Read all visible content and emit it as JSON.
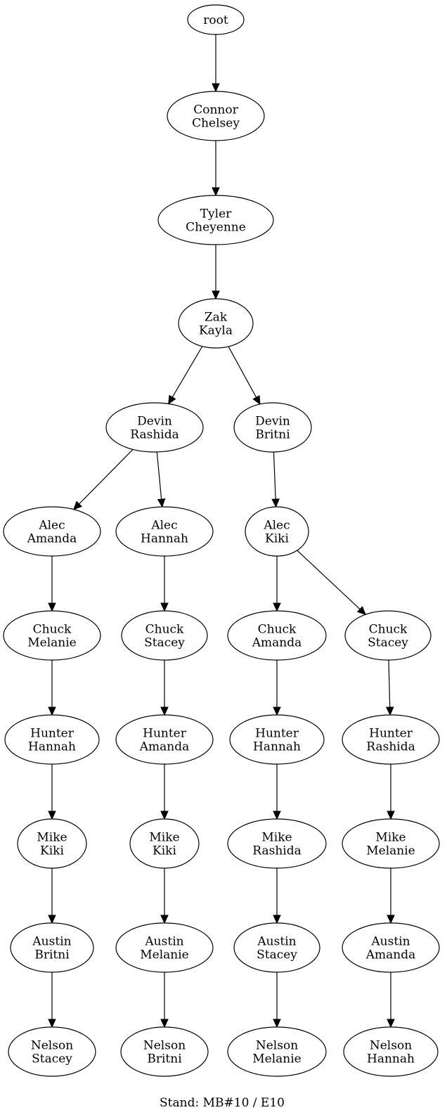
{
  "diagram": {
    "type": "tree",
    "caption": "Stand: MB#10 / E10",
    "nodes": [
      {
        "id": "root",
        "lines": [
          "root"
        ]
      },
      {
        "id": "n1",
        "lines": [
          "Connor",
          "Chelsey"
        ]
      },
      {
        "id": "n2",
        "lines": [
          "Tyler",
          "Cheyenne"
        ]
      },
      {
        "id": "n3",
        "lines": [
          "Zak",
          "Kayla"
        ]
      },
      {
        "id": "n4",
        "lines": [
          "Devin",
          "Rashida"
        ]
      },
      {
        "id": "n5",
        "lines": [
          "Devin",
          "Britni"
        ]
      },
      {
        "id": "n6",
        "lines": [
          "Alec",
          "Amanda"
        ]
      },
      {
        "id": "n7",
        "lines": [
          "Alec",
          "Hannah"
        ]
      },
      {
        "id": "n8",
        "lines": [
          "Alec",
          "Kiki"
        ]
      },
      {
        "id": "n9",
        "lines": [
          "Chuck",
          "Melanie"
        ]
      },
      {
        "id": "n10",
        "lines": [
          "Chuck",
          "Stacey"
        ]
      },
      {
        "id": "n11",
        "lines": [
          "Chuck",
          "Amanda"
        ]
      },
      {
        "id": "n12",
        "lines": [
          "Chuck",
          "Stacey"
        ]
      },
      {
        "id": "n13",
        "lines": [
          "Hunter",
          "Hannah"
        ]
      },
      {
        "id": "n14",
        "lines": [
          "Hunter",
          "Amanda"
        ]
      },
      {
        "id": "n15",
        "lines": [
          "Hunter",
          "Hannah"
        ]
      },
      {
        "id": "n16",
        "lines": [
          "Hunter",
          "Rashida"
        ]
      },
      {
        "id": "n17",
        "lines": [
          "Mike",
          "Kiki"
        ]
      },
      {
        "id": "n18",
        "lines": [
          "Mike",
          "Kiki"
        ]
      },
      {
        "id": "n19",
        "lines": [
          "Mike",
          "Rashida"
        ]
      },
      {
        "id": "n20",
        "lines": [
          "Mike",
          "Melanie"
        ]
      },
      {
        "id": "n21",
        "lines": [
          "Austin",
          "Britni"
        ]
      },
      {
        "id": "n22",
        "lines": [
          "Austin",
          "Melanie"
        ]
      },
      {
        "id": "n23",
        "lines": [
          "Austin",
          "Stacey"
        ]
      },
      {
        "id": "n24",
        "lines": [
          "Austin",
          "Amanda"
        ]
      },
      {
        "id": "n25",
        "lines": [
          "Nelson",
          "Stacey"
        ]
      },
      {
        "id": "n26",
        "lines": [
          "Nelson",
          "Britni"
        ]
      },
      {
        "id": "n27",
        "lines": [
          "Nelson",
          "Melanie"
        ]
      },
      {
        "id": "n28",
        "lines": [
          "Nelson",
          "Hannah"
        ]
      }
    ],
    "edges": [
      [
        "root",
        "n1"
      ],
      [
        "n1",
        "n2"
      ],
      [
        "n2",
        "n3"
      ],
      [
        "n3",
        "n4"
      ],
      [
        "n3",
        "n5"
      ],
      [
        "n4",
        "n6"
      ],
      [
        "n4",
        "n7"
      ],
      [
        "n5",
        "n8"
      ],
      [
        "n6",
        "n9"
      ],
      [
        "n7",
        "n10"
      ],
      [
        "n8",
        "n11"
      ],
      [
        "n8",
        "n12"
      ],
      [
        "n9",
        "n13"
      ],
      [
        "n10",
        "n14"
      ],
      [
        "n11",
        "n15"
      ],
      [
        "n12",
        "n16"
      ],
      [
        "n13",
        "n17"
      ],
      [
        "n14",
        "n18"
      ],
      [
        "n15",
        "n19"
      ],
      [
        "n16",
        "n20"
      ],
      [
        "n17",
        "n21"
      ],
      [
        "n18",
        "n22"
      ],
      [
        "n19",
        "n23"
      ],
      [
        "n20",
        "n24"
      ],
      [
        "n21",
        "n25"
      ],
      [
        "n22",
        "n26"
      ],
      [
        "n23",
        "n27"
      ],
      [
        "n24",
        "n28"
      ]
    ]
  }
}
